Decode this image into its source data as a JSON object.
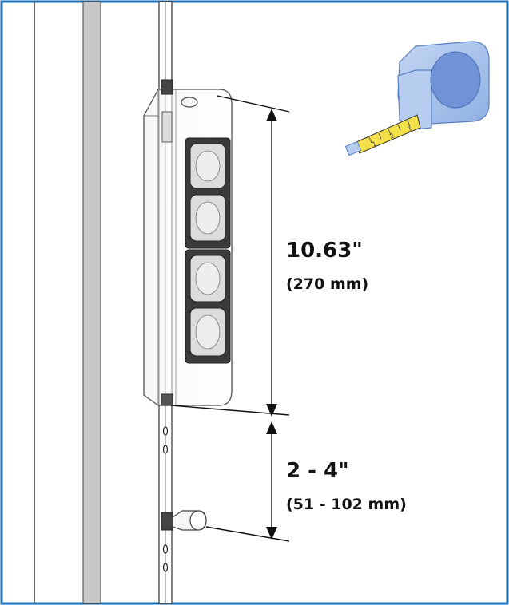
{
  "diagram": {
    "dimension_top": {
      "value": "10.63\"",
      "metric": "(270 mm)"
    },
    "dimension_bottom": {
      "value": "2 - 4\"",
      "metric": "(51 - 102 mm)"
    },
    "tape_marks": [
      "1",
      "2",
      "3"
    ],
    "colors": {
      "frame_border": "#1a6fb5",
      "tape_body": "#a9c3ea",
      "tape_body_dark": "#5b7fc4",
      "tape_blade": "#f4e14a",
      "pole_fill": "#c8c8c8"
    }
  }
}
